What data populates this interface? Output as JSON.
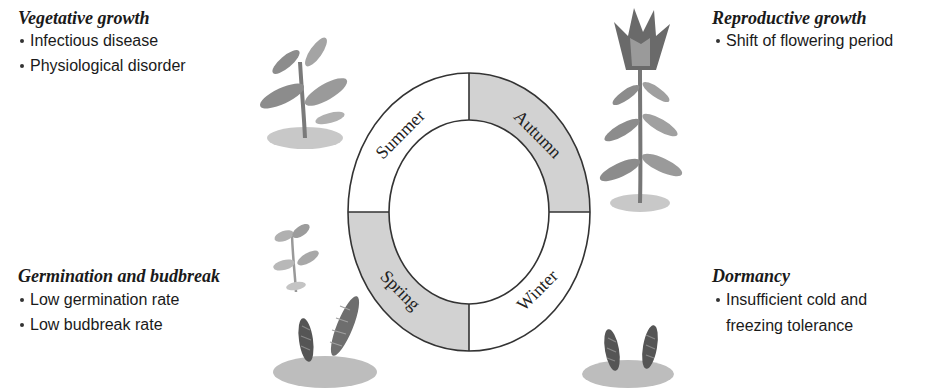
{
  "diagram": {
    "labels": [
      "Vegetative growth",
      "Infectious disease",
      "Physiological disorder",
      "Reproductive growth",
      "Shift of flowering period",
      "Summer",
      "Autumn",
      "Spring",
      "Winter",
      "Germination and budbreak",
      "Low germination rate",
      "Low budbreak rate",
      "Dormancy",
      "Insufficient cold and freezing tolerance"
    ]
  }
}
